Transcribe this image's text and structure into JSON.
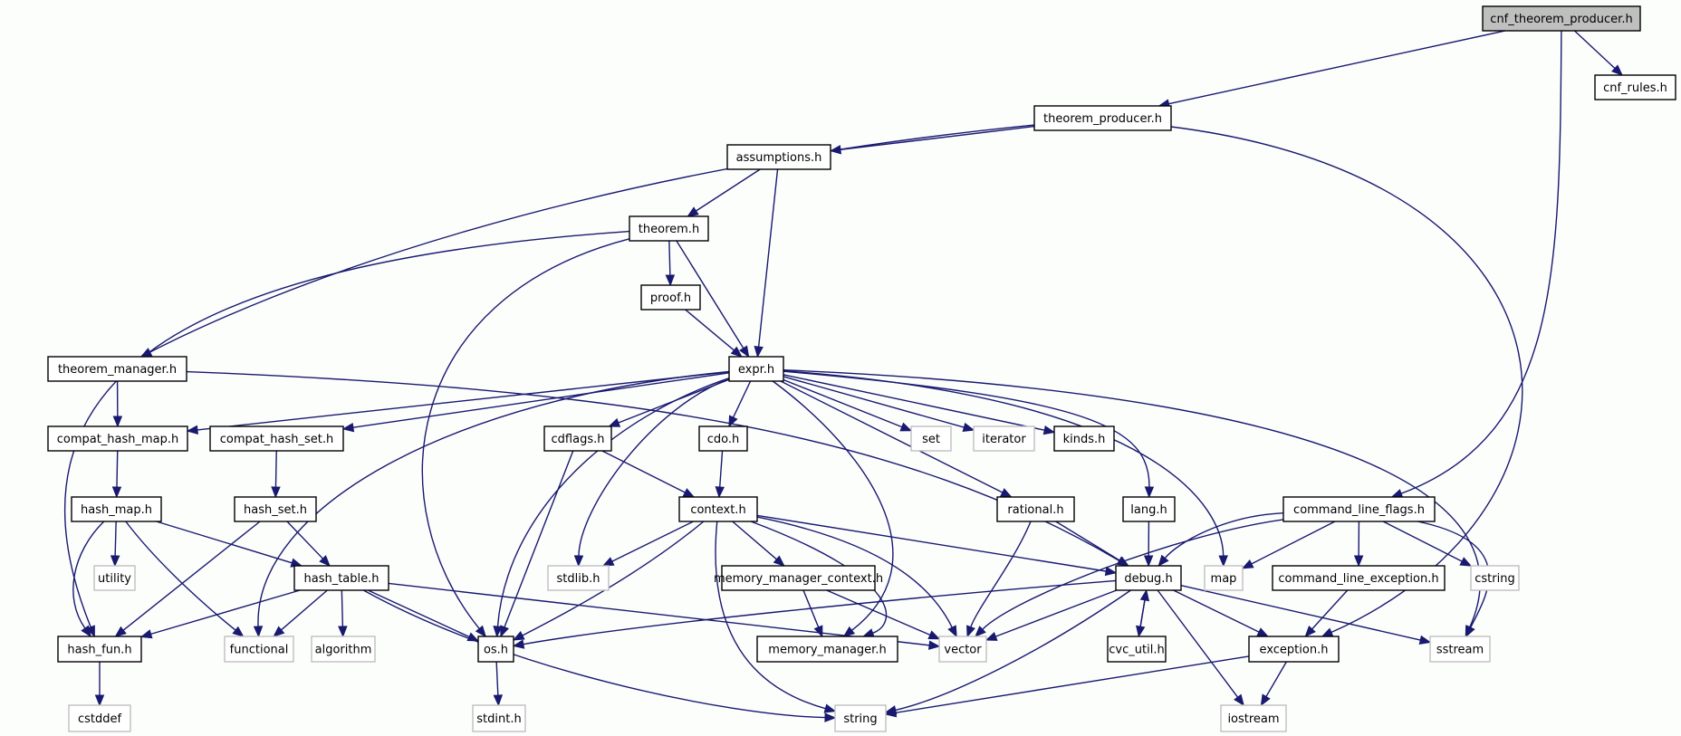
{
  "title": "cnf_theorem_producer.h include dependency graph",
  "colors": {
    "edge": "#191970",
    "root_fill": "#bfbfbf",
    "node_fill": "#ffffff",
    "node_border": "#000000",
    "system_border": "#bfbfbf",
    "background": "#fcfefc"
  },
  "nodes": [
    {
      "id": "cnf_theorem_producer",
      "label": "cnf_theorem_producer.h",
      "kind": "root"
    },
    {
      "id": "theorem_producer",
      "label": "theorem_producer.h",
      "kind": "project"
    },
    {
      "id": "cnf_rules",
      "label": "cnf_rules.h",
      "kind": "project"
    },
    {
      "id": "assumptions",
      "label": "assumptions.h",
      "kind": "project"
    },
    {
      "id": "theorem",
      "label": "theorem.h",
      "kind": "project"
    },
    {
      "id": "proof",
      "label": "proof.h",
      "kind": "project"
    },
    {
      "id": "theorem_manager",
      "label": "theorem_manager.h",
      "kind": "project"
    },
    {
      "id": "expr",
      "label": "expr.h",
      "kind": "project"
    },
    {
      "id": "compat_hash_map",
      "label": "compat_hash_map.h",
      "kind": "project"
    },
    {
      "id": "compat_hash_set",
      "label": "compat_hash_set.h",
      "kind": "project"
    },
    {
      "id": "cdflags",
      "label": "cdflags.h",
      "kind": "project"
    },
    {
      "id": "cdo",
      "label": "cdo.h",
      "kind": "project"
    },
    {
      "id": "set",
      "label": "set",
      "kind": "system"
    },
    {
      "id": "iterator",
      "label": "iterator",
      "kind": "system"
    },
    {
      "id": "kinds",
      "label": "kinds.h",
      "kind": "project"
    },
    {
      "id": "hash_map",
      "label": "hash_map.h",
      "kind": "project"
    },
    {
      "id": "hash_set",
      "label": "hash_set.h",
      "kind": "project"
    },
    {
      "id": "context",
      "label": "context.h",
      "kind": "project"
    },
    {
      "id": "rational",
      "label": "rational.h",
      "kind": "project"
    },
    {
      "id": "lang",
      "label": "lang.h",
      "kind": "project"
    },
    {
      "id": "command_line_flags",
      "label": "command_line_flags.h",
      "kind": "project"
    },
    {
      "id": "utility",
      "label": "utility",
      "kind": "system"
    },
    {
      "id": "hash_table",
      "label": "hash_table.h",
      "kind": "project"
    },
    {
      "id": "stdlib",
      "label": "stdlib.h",
      "kind": "system"
    },
    {
      "id": "memory_manager_context",
      "label": "memory_manager_context.h",
      "kind": "project"
    },
    {
      "id": "debug",
      "label": "debug.h",
      "kind": "project"
    },
    {
      "id": "map",
      "label": "map",
      "kind": "system"
    },
    {
      "id": "command_line_exception",
      "label": "command_line_exception.h",
      "kind": "project"
    },
    {
      "id": "cstring",
      "label": "cstring",
      "kind": "system"
    },
    {
      "id": "hash_fun",
      "label": "hash_fun.h",
      "kind": "project"
    },
    {
      "id": "functional",
      "label": "functional",
      "kind": "system"
    },
    {
      "id": "algorithm",
      "label": "algorithm",
      "kind": "system"
    },
    {
      "id": "os",
      "label": "os.h",
      "kind": "project"
    },
    {
      "id": "memory_manager",
      "label": "memory_manager.h",
      "kind": "project"
    },
    {
      "id": "vector",
      "label": "vector",
      "kind": "system"
    },
    {
      "id": "cvc_util",
      "label": "cvc_util.h",
      "kind": "project"
    },
    {
      "id": "exception",
      "label": "exception.h",
      "kind": "project"
    },
    {
      "id": "sstream",
      "label": "sstream",
      "kind": "system"
    },
    {
      "id": "cstddef",
      "label": "cstddef",
      "kind": "system"
    },
    {
      "id": "stdint",
      "label": "stdint.h",
      "kind": "system"
    },
    {
      "id": "string",
      "label": "string",
      "kind": "system"
    },
    {
      "id": "iostream",
      "label": "iostream",
      "kind": "system"
    }
  ],
  "edges": [
    [
      "cnf_theorem_producer",
      "theorem_producer"
    ],
    [
      "cnf_theorem_producer",
      "cnf_rules"
    ],
    [
      "cnf_theorem_producer",
      "command_line_flags"
    ],
    [
      "theorem_producer",
      "assumptions"
    ],
    [
      "theorem_producer",
      "theorem_manager"
    ],
    [
      "theorem_producer",
      "exception"
    ],
    [
      "assumptions",
      "theorem"
    ],
    [
      "assumptions",
      "expr"
    ],
    [
      "theorem",
      "proof"
    ],
    [
      "theorem",
      "expr"
    ],
    [
      "theorem",
      "hash_fun"
    ],
    [
      "theorem",
      "os"
    ],
    [
      "proof",
      "expr"
    ],
    [
      "theorem_manager",
      "compat_hash_map"
    ],
    [
      "theorem_manager",
      "debug"
    ],
    [
      "expr",
      "compat_hash_map"
    ],
    [
      "expr",
      "compat_hash_set"
    ],
    [
      "expr",
      "cdflags"
    ],
    [
      "expr",
      "cdo"
    ],
    [
      "expr",
      "set"
    ],
    [
      "expr",
      "iterator"
    ],
    [
      "expr",
      "kinds"
    ],
    [
      "expr",
      "rational"
    ],
    [
      "expr",
      "lang"
    ],
    [
      "expr",
      "map"
    ],
    [
      "expr",
      "sstream"
    ],
    [
      "expr",
      "functional"
    ],
    [
      "expr",
      "stdlib"
    ],
    [
      "expr",
      "os"
    ],
    [
      "expr",
      "memory_manager"
    ],
    [
      "compat_hash_map",
      "hash_map"
    ],
    [
      "compat_hash_set",
      "hash_set"
    ],
    [
      "cdflags",
      "context"
    ],
    [
      "cdflags",
      "os"
    ],
    [
      "cdo",
      "context"
    ],
    [
      "hash_map",
      "utility"
    ],
    [
      "hash_map",
      "hash_table"
    ],
    [
      "hash_map",
      "hash_fun"
    ],
    [
      "hash_map",
      "functional"
    ],
    [
      "hash_set",
      "hash_table"
    ],
    [
      "hash_set",
      "hash_fun"
    ],
    [
      "hash_table",
      "hash_fun"
    ],
    [
      "hash_table",
      "functional"
    ],
    [
      "hash_table",
      "algorithm"
    ],
    [
      "hash_table",
      "os"
    ],
    [
      "hash_table",
      "vector"
    ],
    [
      "hash_table",
      "string"
    ],
    [
      "context",
      "stdlib"
    ],
    [
      "context",
      "memory_manager_context"
    ],
    [
      "context",
      "debug"
    ],
    [
      "context",
      "os"
    ],
    [
      "context",
      "vector"
    ],
    [
      "context",
      "string"
    ],
    [
      "context",
      "memory_manager"
    ],
    [
      "rational",
      "debug"
    ],
    [
      "rational",
      "vector"
    ],
    [
      "lang",
      "debug"
    ],
    [
      "command_line_flags",
      "debug"
    ],
    [
      "command_line_flags",
      "map"
    ],
    [
      "command_line_flags",
      "command_line_exception"
    ],
    [
      "command_line_flags",
      "cstring"
    ],
    [
      "command_line_flags",
      "sstream"
    ],
    [
      "command_line_flags",
      "vector"
    ],
    [
      "memory_manager_context",
      "memory_manager"
    ],
    [
      "memory_manager_context",
      "vector"
    ],
    [
      "debug",
      "os"
    ],
    [
      "debug",
      "vector"
    ],
    [
      "debug",
      "string"
    ],
    [
      "debug",
      "cvc_util"
    ],
    [
      "debug",
      "exception"
    ],
    [
      "debug",
      "iostream"
    ],
    [
      "debug",
      "sstream"
    ],
    [
      "cvc_util",
      "debug"
    ],
    [
      "command_line_exception",
      "exception"
    ],
    [
      "exception",
      "string"
    ],
    [
      "exception",
      "iostream"
    ],
    [
      "hash_fun",
      "cstddef"
    ],
    [
      "os",
      "stdint"
    ]
  ]
}
